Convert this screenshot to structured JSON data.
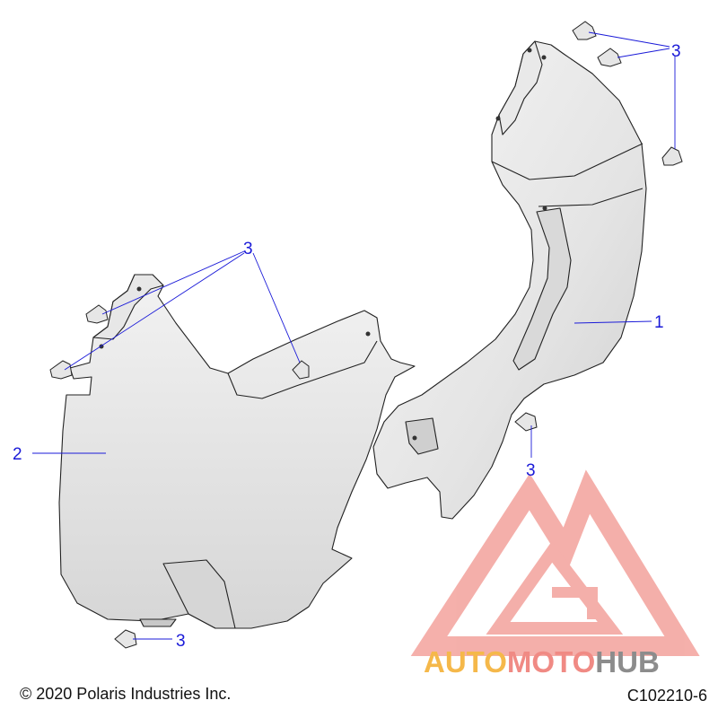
{
  "diagram": {
    "callouts": {
      "part1": "1",
      "part2": "2",
      "fastener_top": "3",
      "fastener_left": "3",
      "fastener_mid": "3",
      "fastener_bottom": "3"
    }
  },
  "watermark": {
    "brand_part1": "AUTO",
    "brand_part2": "MOTO",
    "brand_part3": "HUB",
    "colors": {
      "auto": "#f5b84a",
      "moto": "#f08a84",
      "hub": "#8c8c8c",
      "logo": "#f3a29c"
    }
  },
  "footer": {
    "copyright": "© 2020 Polaris Industries Inc.",
    "figure_code": "C102210-6"
  }
}
